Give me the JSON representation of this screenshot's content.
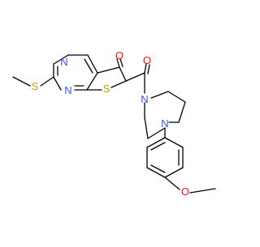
{
  "molecule": {
    "atoms": [
      {
        "id": "O1",
        "element": "O",
        "label": "O"
      },
      {
        "id": "O2",
        "element": "O",
        "label": "O"
      },
      {
        "id": "O3",
        "element": "O",
        "label": "O"
      },
      {
        "id": "N1",
        "element": "N",
        "label": "N"
      },
      {
        "id": "N2",
        "element": "N",
        "label": "N"
      },
      {
        "id": "N3",
        "element": "N",
        "label": "N"
      },
      {
        "id": "N4",
        "element": "N",
        "label": "N"
      },
      {
        "id": "S1",
        "element": "S",
        "label": "S"
      },
      {
        "id": "S2",
        "element": "S",
        "label": "S"
      }
    ],
    "colors": {
      "bond": "#000000",
      "O": "#ff0d0d",
      "N": "#3050f8",
      "S": "#c8a000"
    }
  }
}
